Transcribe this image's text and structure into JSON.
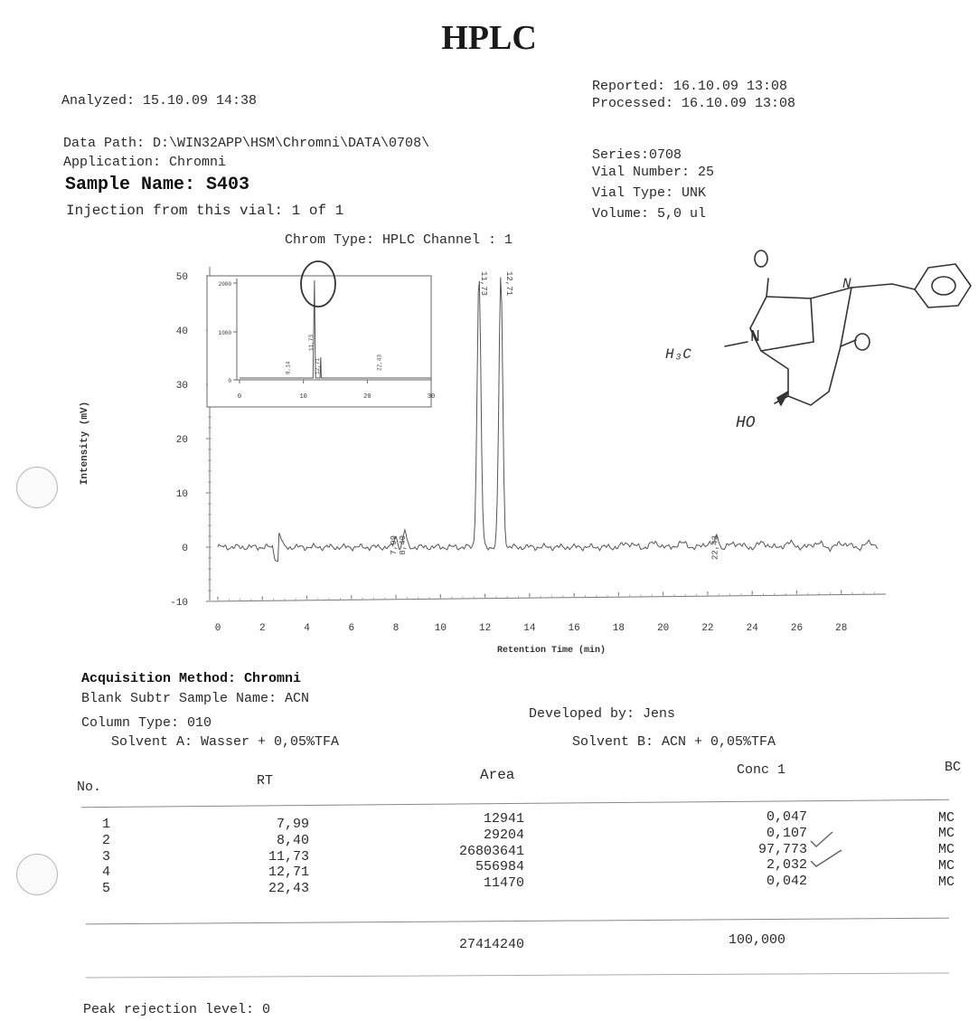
{
  "document": {
    "title": "HPLC",
    "analyzed": "Analyzed: 15.10.09 14:38",
    "reported": "Reported: 16.10.09 13:08",
    "processed": "Processed: 16.10.09 13:08",
    "data_path": "Data Path: D:\\WIN32APP\\HSM\\Chromni\\DATA\\0708\\",
    "application": "Application: Chromni",
    "series": "Series:0708",
    "vial_number": "Vial Number: 25",
    "sample_name": "Sample Name: S403",
    "vial_type": "Vial Type: UNK",
    "injection": "Injection from this vial: 1 of 1",
    "volume": "Volume: 5,0 ul",
    "chrom_type": "Chrom Type: HPLC Channel : 1",
    "acquisition_method": "Acquisition Method: Chromni",
    "blank_subtr": "Blank Subtr Sample Name: ACN",
    "column_type": "Column Type: 010",
    "developed_by": "Developed by: Jens",
    "solvent_a": "Solvent A: Wasser + 0,05%TFA",
    "solvent_b": "Solvent B: ACN + 0,05%TFA",
    "peak_rejection": "Peak rejection level: 0",
    "handwriting": {
      "methyl": "H₃C",
      "hydroxyl": "HO",
      "oxygen": "O"
    }
  },
  "table": {
    "headers": {
      "no": "No.",
      "rt": "RT",
      "area": "Area",
      "conc": "Conc 1",
      "bc": "BC"
    },
    "rows": [
      {
        "no": "1",
        "rt": "7,99",
        "area": "12941",
        "conc": "0,047",
        "bc": "MC"
      },
      {
        "no": "2",
        "rt": "8,40",
        "area": "29204",
        "conc": "0,107",
        "bc": "MC"
      },
      {
        "no": "3",
        "rt": "11,73",
        "area": "26803641",
        "conc": "97,773",
        "bc": "MC"
      },
      {
        "no": "4",
        "rt": "12,71",
        "area": "556984",
        "conc": "2,032",
        "bc": "MC"
      },
      {
        "no": "5",
        "rt": "22,43",
        "area": "11470",
        "conc": "0,042",
        "bc": "MC"
      }
    ],
    "total_area": "27414240",
    "total_conc": "100,000"
  },
  "chart_data": {
    "type": "line",
    "xlabel": "Retention Time (min)",
    "ylabel": "Intensity (mV)",
    "xlim": [
      0,
      30
    ],
    "ylim": [
      -10,
      50
    ],
    "x_ticks": [
      "0",
      "2",
      "4",
      "6",
      "8",
      "10",
      "12",
      "14",
      "16",
      "18",
      "20",
      "22",
      "24",
      "26",
      "28"
    ],
    "y_ticks": [
      "-10",
      "0",
      "10",
      "20",
      "30",
      "40",
      "50"
    ],
    "peaks": [
      {
        "rt": 7.99,
        "label": "7,99",
        "height": 2
      },
      {
        "rt": 8.4,
        "label": "8,40",
        "height": 3
      },
      {
        "rt": 11.73,
        "label": "11,73",
        "height": 50
      },
      {
        "rt": 12.71,
        "label": "12,71",
        "height": 50
      },
      {
        "rt": 22.43,
        "label": "22,43",
        "height": 2
      }
    ],
    "inset": {
      "xlim": [
        0,
        30
      ],
      "x_ticks": [
        "0",
        "10",
        "20",
        "30"
      ],
      "y_ticks": [
        "0",
        "1000",
        "2000"
      ],
      "peak_labels": [
        "8,14",
        "11,73",
        "12,71",
        "22,43"
      ]
    }
  }
}
